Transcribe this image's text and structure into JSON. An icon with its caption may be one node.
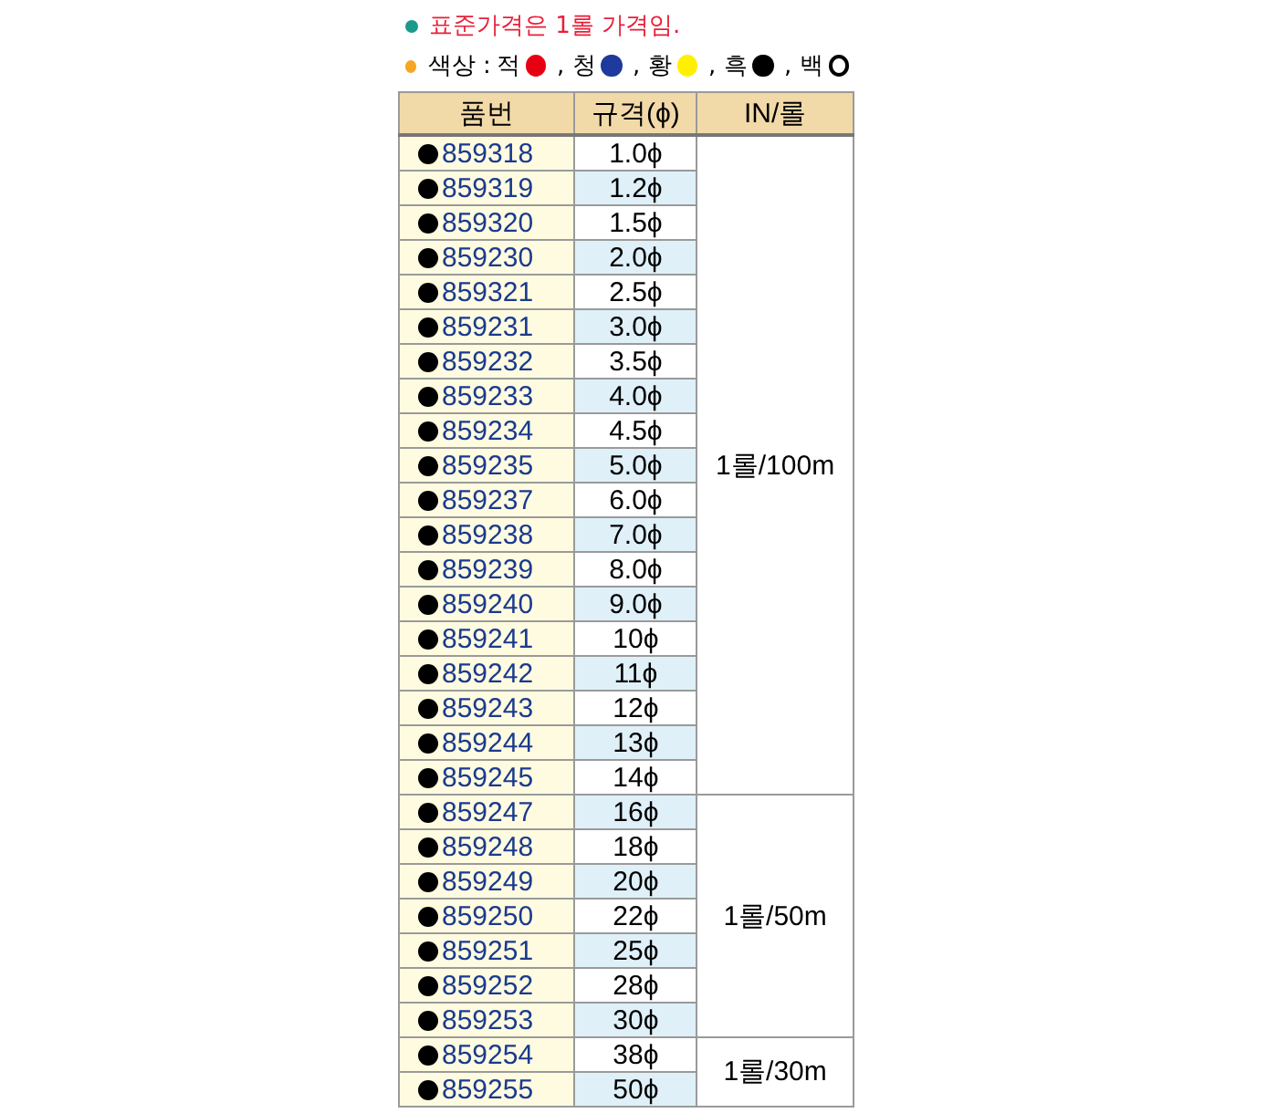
{
  "diagram": {
    "labels": [
      "표준가격은 1롤 가격임.",
      "색상 :",
      "품번",
      "규격(ϕ)",
      "IN/롤",
      "859318",
      "1.0ϕ",
      "1롤/100m",
      "859319",
      "1.2ϕ",
      "859320",
      "1.5ϕ",
      "859230",
      "2.0ϕ",
      "859321",
      "2.5ϕ",
      "859231",
      "3.0ϕ",
      "859232",
      "3.5ϕ",
      "859233",
      "4.0ϕ",
      "859234",
      "4.5ϕ",
      "859235",
      "5.0ϕ",
      "859237",
      "6.0ϕ",
      "859238",
      "7.0ϕ",
      "859239",
      "8.0ϕ",
      "859240",
      "9.0ϕ",
      "859241",
      "10ϕ",
      "859242",
      "11ϕ",
      "859243",
      "12ϕ",
      "859244",
      "13ϕ",
      "859245",
      "14ϕ",
      "859247",
      "16ϕ",
      "1롤/50m",
      "859248",
      "18ϕ",
      "859249",
      "20ϕ",
      "859250",
      "22ϕ",
      "859251",
      "25ϕ",
      "859252",
      "28ϕ",
      "859253",
      "30ϕ",
      "859254",
      "38ϕ",
      "1롤/30m",
      "859255",
      "50ϕ"
    ],
    "legend": [
      {
        "text": "적",
        "color": "#e60012"
      },
      {
        "text": ", 청",
        "color": "#1d3a9c"
      },
      {
        "text": ", 황",
        "color": "#fff000"
      },
      {
        "text": ", 흑",
        "color": "#000000"
      },
      {
        "text": ", 백",
        "color": "#ffffff"
      }
    ]
  }
}
